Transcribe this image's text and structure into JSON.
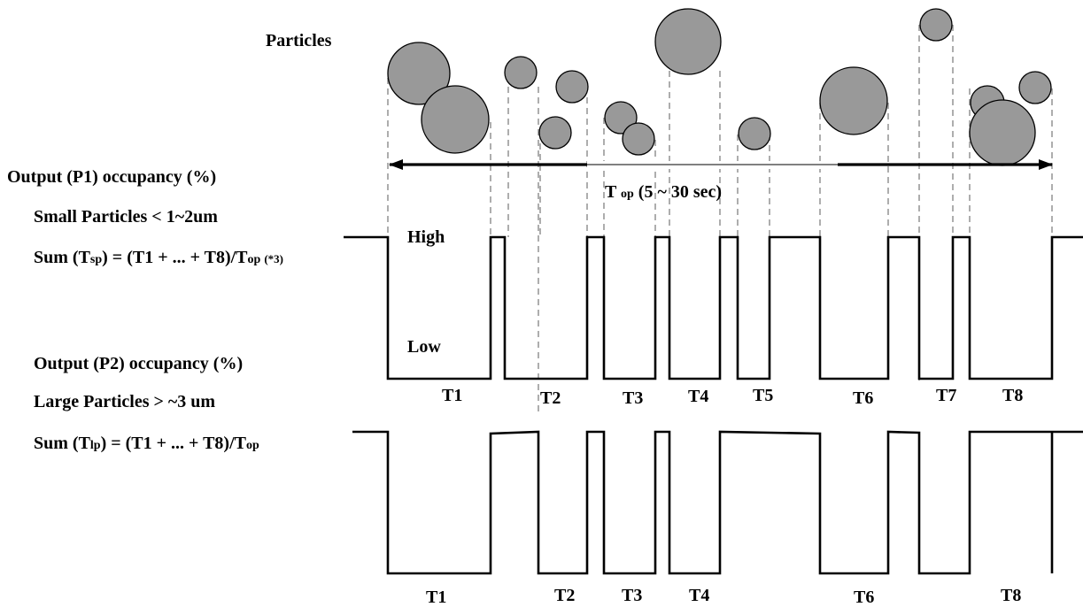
{
  "diagram": {
    "particles_label": "Particles",
    "p1": {
      "title": "Output (P1) occupancy (%)",
      "subtitle": "Small Particles < 1~2um",
      "formula_prefix": "Sum (T",
      "formula_sub1": "sp",
      "formula_mid": ") = (T1 + ... + T8)/T",
      "formula_sub2": "op",
      "formula_note": "(*3)",
      "high_label": "High",
      "low_label": "Low",
      "pulse_labels": [
        "T1",
        "T2",
        "T3",
        "T4",
        "T5",
        "T6",
        "T7",
        "T8"
      ]
    },
    "p2": {
      "title": "Output (P2) occupancy (%)",
      "subtitle": "Large Particles > ~3 um",
      "formula_prefix": "Sum (T",
      "formula_sub1": "lp",
      "formula_mid": ") = (T1 + ... + T8)/T",
      "formula_sub2": "op",
      "pulse_labels": [
        "T1",
        "T2",
        "T3",
        "T4",
        "T6",
        "T8"
      ]
    },
    "top": {
      "prefix": "T ",
      "sub": "op",
      "suffix": " (5 ~ 30 sec)"
    },
    "colors": {
      "particle_fill": "#999999",
      "guide_line": "#999999",
      "signal": "#000000"
    }
  }
}
